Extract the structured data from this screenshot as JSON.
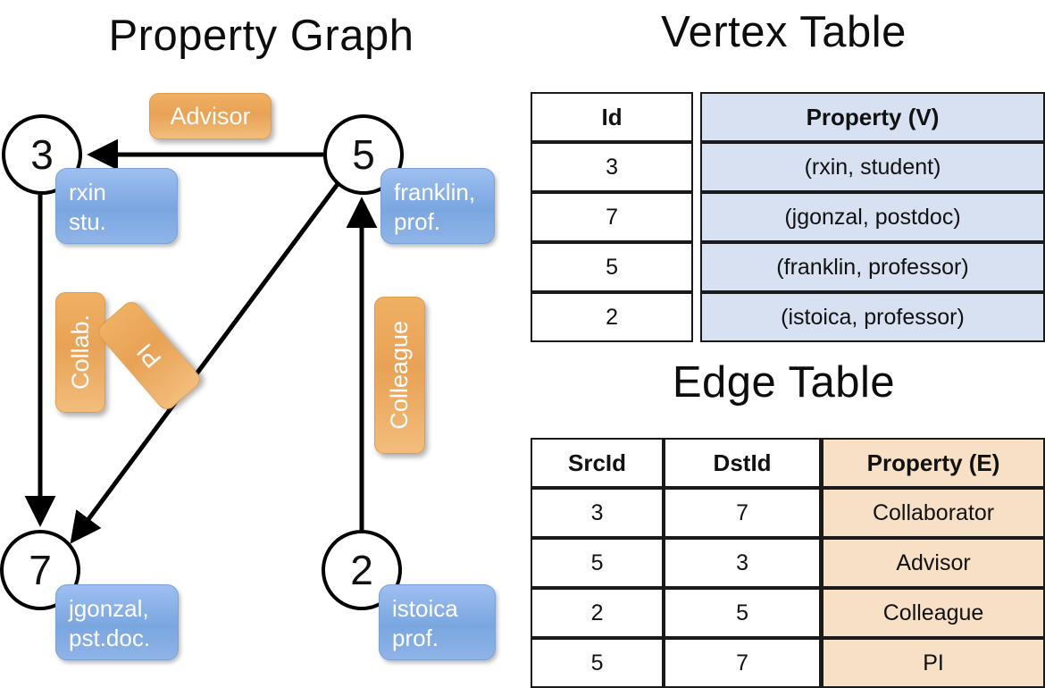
{
  "titles": {
    "property_graph": "Property Graph",
    "vertex_table": "Vertex Table",
    "edge_table": "Edge Table"
  },
  "graph": {
    "nodes": [
      {
        "id": "3",
        "label": "rxin\nstu.",
        "label_line1": "rxin",
        "label_line2": "stu."
      },
      {
        "id": "5",
        "label": "franklin,\nprof.",
        "label_line1": "franklin,",
        "label_line2": "prof."
      },
      {
        "id": "7",
        "label": "jgonzal,\npst.doc.",
        "label_line1": "jgonzal,",
        "label_line2": "pst.doc."
      },
      {
        "id": "2",
        "label": "istoica\nprof.",
        "label_line1": "istoica",
        "label_line2": "prof."
      }
    ],
    "edge_labels": [
      {
        "name": "advisor",
        "text": "Advisor"
      },
      {
        "name": "collab",
        "text": "Collab."
      },
      {
        "name": "pi",
        "text": "PI"
      },
      {
        "name": "colleague",
        "text": "Colleague"
      }
    ],
    "edges": [
      {
        "from": "5",
        "to": "3",
        "label": "Advisor"
      },
      {
        "from": "3",
        "to": "7",
        "label": "Collab."
      },
      {
        "from": "5",
        "to": "7",
        "label": "PI"
      },
      {
        "from": "2",
        "to": "5",
        "label": "Colleague"
      }
    ]
  },
  "vertex_table": {
    "headers": [
      "Id",
      "Property (V)"
    ],
    "rows": [
      {
        "id": "3",
        "property": "(rxin, student)"
      },
      {
        "id": "7",
        "property": "(jgonzal, postdoc)"
      },
      {
        "id": "5",
        "property": "(franklin, professor)"
      },
      {
        "id": "2",
        "property": "(istoica, professor)"
      }
    ],
    "accent_color": "#d7e1f2"
  },
  "edge_table": {
    "headers": [
      "SrcId",
      "DstId",
      "Property (E)"
    ],
    "rows": [
      {
        "src": "3",
        "dst": "7",
        "property": "Collaborator"
      },
      {
        "src": "5",
        "dst": "3",
        "property": "Advisor"
      },
      {
        "src": "2",
        "dst": "5",
        "property": "Colleague"
      },
      {
        "src": "5",
        "dst": "7",
        "property": "PI"
      }
    ],
    "accent_color": "#f8e0c6"
  },
  "colors": {
    "node_fill": "#ffffff",
    "node_stroke": "#000000",
    "vertex_label_blue": "#7aa6e0",
    "edge_label_orange": "#e8a255",
    "text": "#111111"
  }
}
